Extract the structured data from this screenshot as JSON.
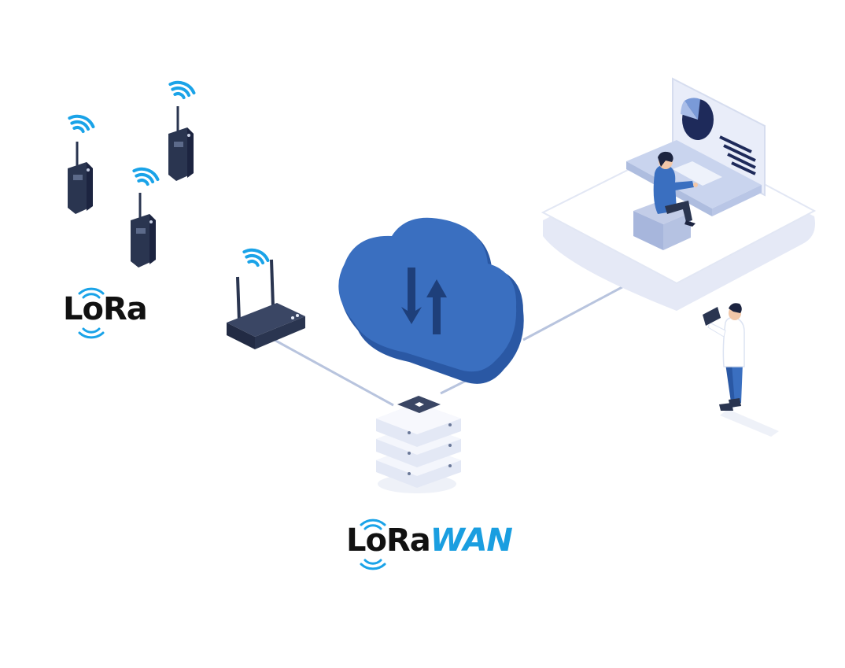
{
  "labels": {
    "lora": "LoRa",
    "lorawan_prefix": "LoRa",
    "lorawan_suffix": "WAN"
  },
  "colors": {
    "wifi": "#1aa3e8",
    "device_dark": "#2a3550",
    "cloud": "#3a6fc0",
    "cloud_dark": "#2a58a4",
    "platform": "#e9edf8",
    "server": "#eef2fb",
    "link": "#b8c4de",
    "logo_accent": "#1a9ee0"
  },
  "icons": [
    "wifi-icon",
    "walkie-talkie-icon",
    "router-icon",
    "cloud-icon",
    "up-down-arrows-icon",
    "server-stack-icon",
    "monitor-icon",
    "pie-chart-icon",
    "person-icon",
    "tablet-icon"
  ]
}
